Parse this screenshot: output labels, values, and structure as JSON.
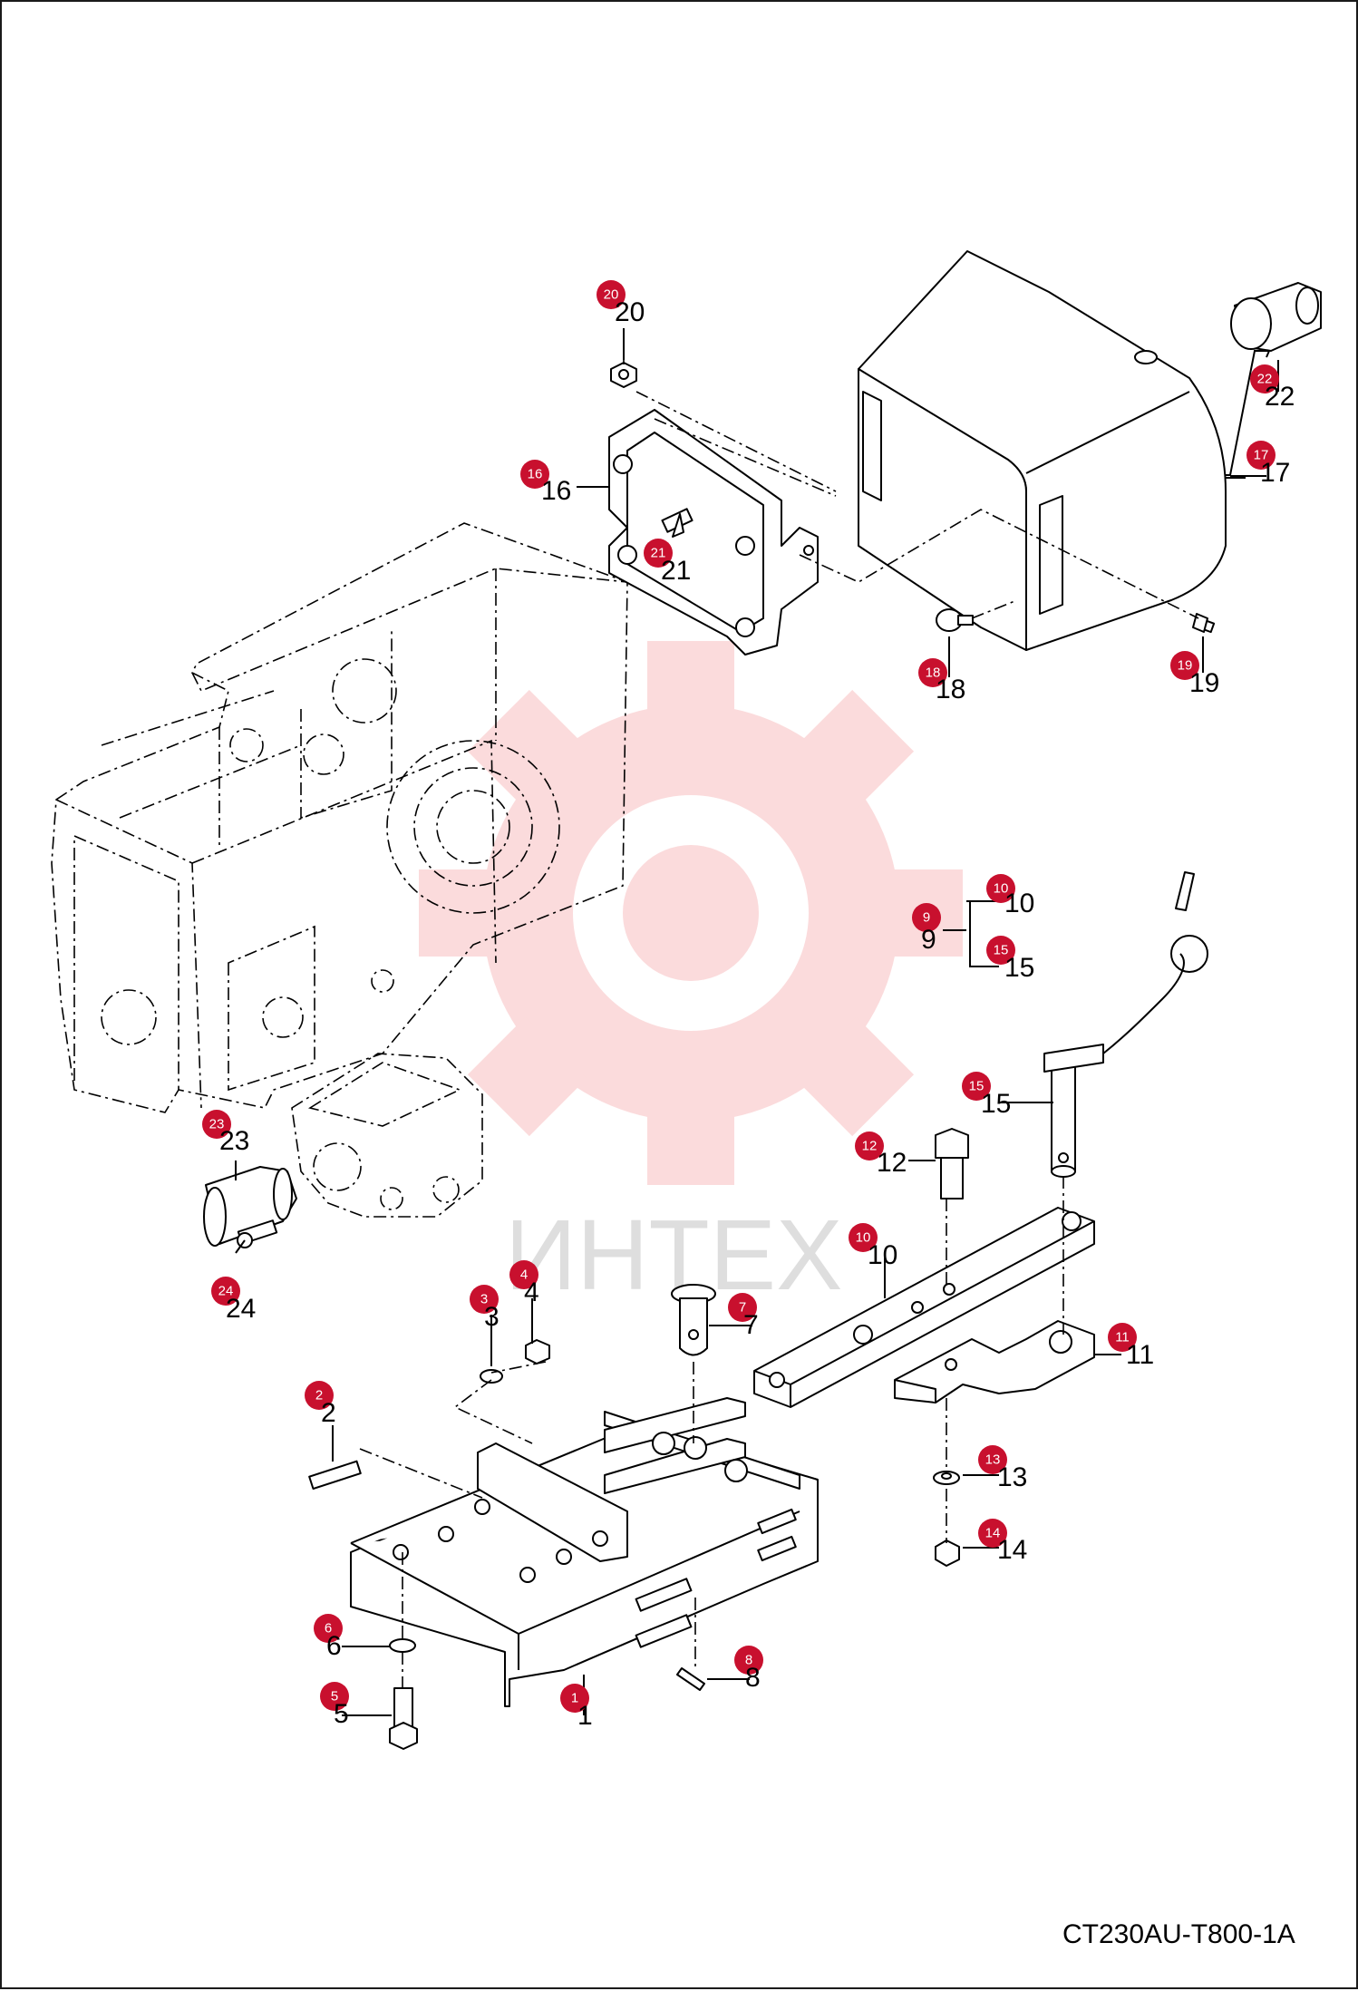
{
  "drawing_code": "CT230AU-T800-1A",
  "watermark": "ИНТЕХ",
  "colors": {
    "badge": "#c8102e",
    "watermark": "#e8262a",
    "line": "#000000"
  },
  "callouts": [
    {
      "badge": "20",
      "label": "20"
    },
    {
      "badge": "16",
      "label": "16"
    },
    {
      "badge": "21",
      "label": "21"
    },
    {
      "badge": "22",
      "label": "22"
    },
    {
      "badge": "17",
      "label": "17"
    },
    {
      "badge": "18",
      "label": "18"
    },
    {
      "badge": "19",
      "label": "19"
    },
    {
      "badge": "10",
      "label": "10"
    },
    {
      "badge": "9",
      "label": "9"
    },
    {
      "badge": "15",
      "label": "15"
    },
    {
      "badge": "15",
      "label": "15"
    },
    {
      "badge": "23",
      "label": "23"
    },
    {
      "badge": "12",
      "label": "12"
    },
    {
      "badge": "24",
      "label": "24"
    },
    {
      "badge": "10",
      "label": "10"
    },
    {
      "badge": "4",
      "label": "4"
    },
    {
      "badge": "3",
      "label": "3"
    },
    {
      "badge": "7",
      "label": "7"
    },
    {
      "badge": "11",
      "label": "11"
    },
    {
      "badge": "2",
      "label": "2"
    },
    {
      "badge": "13",
      "label": "13"
    },
    {
      "badge": "14",
      "label": "14"
    },
    {
      "badge": "6",
      "label": "6"
    },
    {
      "badge": "8",
      "label": "8"
    },
    {
      "badge": "5",
      "label": "5"
    },
    {
      "badge": "1",
      "label": "1"
    }
  ]
}
